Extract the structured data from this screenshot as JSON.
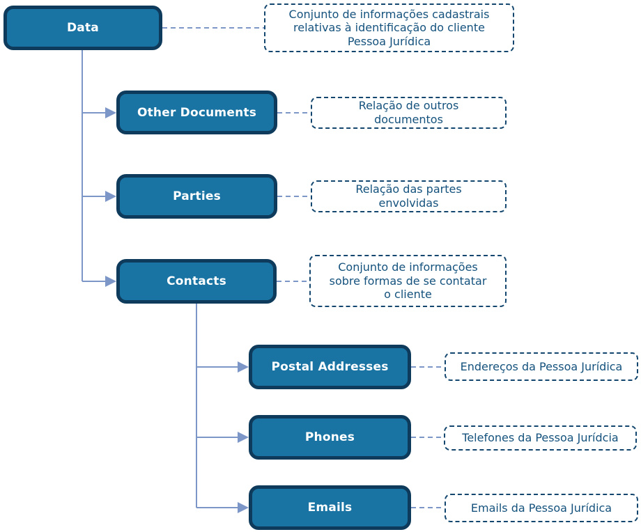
{
  "diagram": {
    "nodes": [
      {
        "id": "data",
        "label": "Data",
        "note": "Conjunto de informações cadastrais\nrelativas à identificação do cliente\nPessoa Jurídica"
      },
      {
        "id": "other-documents",
        "label": "Other Documents",
        "note": "Relação de outros\ndocumentos"
      },
      {
        "id": "parties",
        "label": "Parties",
        "note": "Relação das partes\nenvolvidas"
      },
      {
        "id": "contacts",
        "label": "Contacts",
        "note": "Conjunto de informações\nsobre formas de se contatar\no cliente"
      },
      {
        "id": "postal-addresses",
        "label": "Postal Addresses",
        "note": "Endereços da Pessoa Jurídica"
      },
      {
        "id": "phones",
        "label": "Phones",
        "note": "Telefones da Pessoa Jurídcia"
      },
      {
        "id": "emails",
        "label": "Emails",
        "note": "Emails da Pessoa Jurídica"
      }
    ],
    "colors": {
      "node_fill": "#1a74a3",
      "node_border": "#0e3a5b",
      "node_text": "#ffffff",
      "note_border": "#12466e",
      "note_text": "#14527d",
      "connector": "#7d96c8",
      "background": "#ffffff"
    }
  }
}
